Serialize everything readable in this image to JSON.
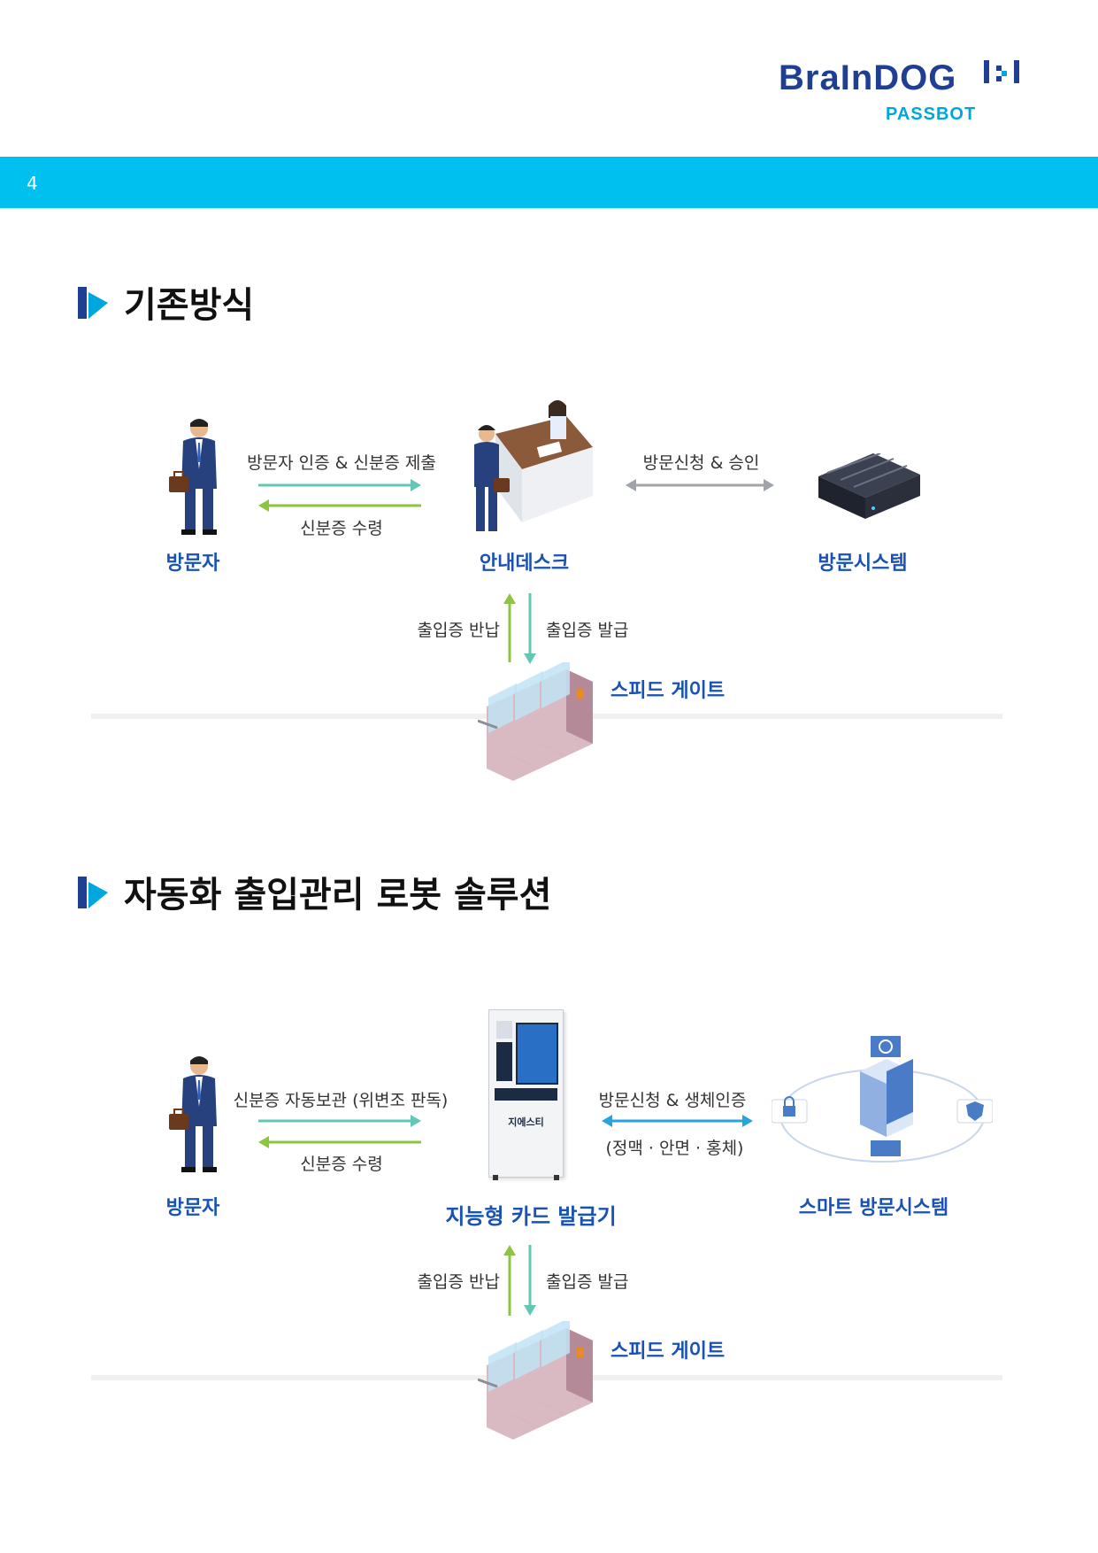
{
  "header": {
    "logo": {
      "wordmark": "BraInDOG",
      "sub": "PASSBOT"
    },
    "page_number": "4"
  },
  "sections": [
    {
      "title": "기존방식",
      "nodes": {
        "visitor": "방문자",
        "desk": "안내데스크",
        "system": "방문시스템",
        "gate": "스피드 게이트"
      },
      "flows": {
        "to_desk": "방문자 인증 &  신분증 제출",
        "to_visitor": "신분증 수령",
        "desk_system": "방문신청 & 승인",
        "return_pass": "출입증 반납",
        "issue_pass": "출입증 발급"
      }
    },
    {
      "title": "자동화 출입관리 로봇 솔루션",
      "nodes": {
        "visitor": "방문자",
        "kiosk": "지능형 카드 발급기",
        "system": "스마트 방문시스템",
        "gate": "스피드 게이트"
      },
      "flows": {
        "to_kiosk": "신분증 자동보관 (위변조 판독)",
        "to_visitor": "신분증 수령",
        "kiosk_system_1": "방문신청 & 생체인증",
        "kiosk_system_2": "(정맥 · 안면 · 홍체)",
        "return_pass": "출입증 반납",
        "issue_pass": "출입증 발급"
      },
      "kiosk_brand": "지에스티"
    }
  ],
  "colors": {
    "brand_navy": "#1f3f93",
    "brand_cyan": "#00c0ef",
    "label_blue": "#1a52b4",
    "arrow_teal": "#62c7b5",
    "arrow_green": "#8cc63f",
    "arrow_gray": "#a0a4a8",
    "arrow_blue": "#29a3dc"
  }
}
